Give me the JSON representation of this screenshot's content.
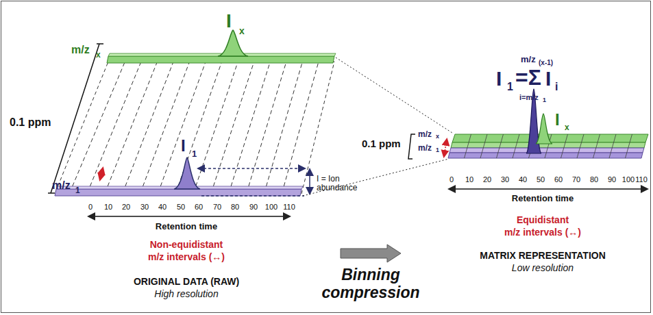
{
  "diagram": {
    "labels": [
      "I",
      "x",
      "m/z",
      "x",
      "0.1 ppm",
      "m/z",
      "1",
      "I",
      "1",
      "I = Ion abundance",
      "0",
      "10",
      "20",
      "30",
      "40",
      "50",
      "60",
      "70",
      "80",
      "90",
      "100",
      "110",
      "Retention time",
      "Non-equidistant",
      "m/z intervals (↔)",
      "ORIGINAL DATA (RAW)",
      "High resolution",
      "Binning",
      "compression",
      "m/z",
      "(x-1)",
      "I",
      "1",
      "=Σ",
      "I",
      "i",
      "i=m/z",
      "1",
      "I",
      "x",
      "0.1 ppm",
      "m/z",
      "x",
      "m/z",
      "1",
      "0",
      "10",
      "20",
      "30",
      "40",
      "50",
      "60",
      "70",
      "80",
      "90",
      "100",
      "110",
      "Retention time",
      "Equidistant",
      "m/z intervals (↔)",
      "MATRIX REPRESENTATION",
      "Low resolution"
    ]
  }
}
